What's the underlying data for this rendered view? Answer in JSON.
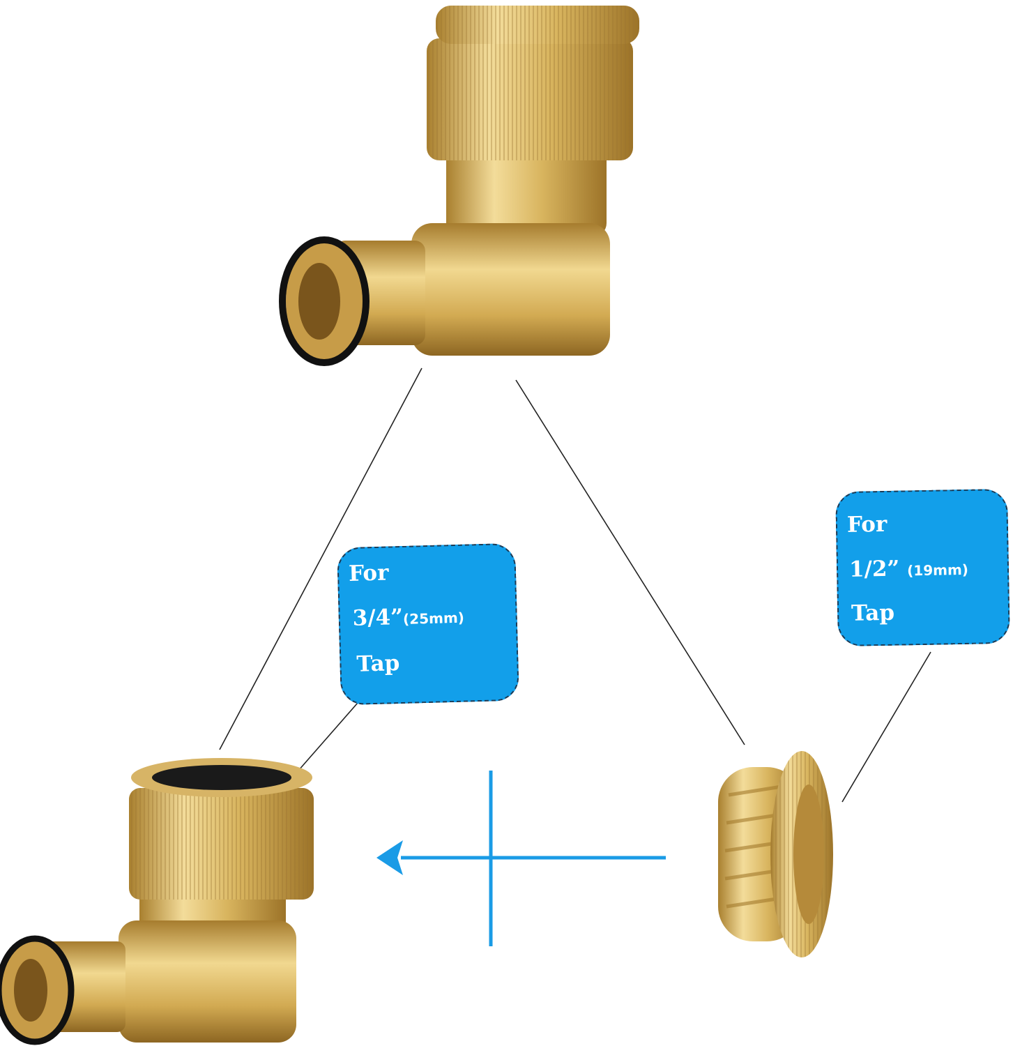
{
  "callouts": {
    "large_tap": {
      "line1": "For",
      "size": "3/4”",
      "metric": "(25mm)",
      "line3": "Tap"
    },
    "small_tap": {
      "line1": "For",
      "size": "1/2”",
      "metric": "(19mm)",
      "line3": "Tap"
    }
  },
  "colors": {
    "callout_bg": "#129fea",
    "arrow": "#1a9be6",
    "brass": "#d9b25c"
  },
  "icons": [
    "brass-elbow-connector",
    "brass-tap-connector-assembled",
    "brass-reducer-adapter",
    "arrow-left-icon",
    "plus-icon"
  ]
}
